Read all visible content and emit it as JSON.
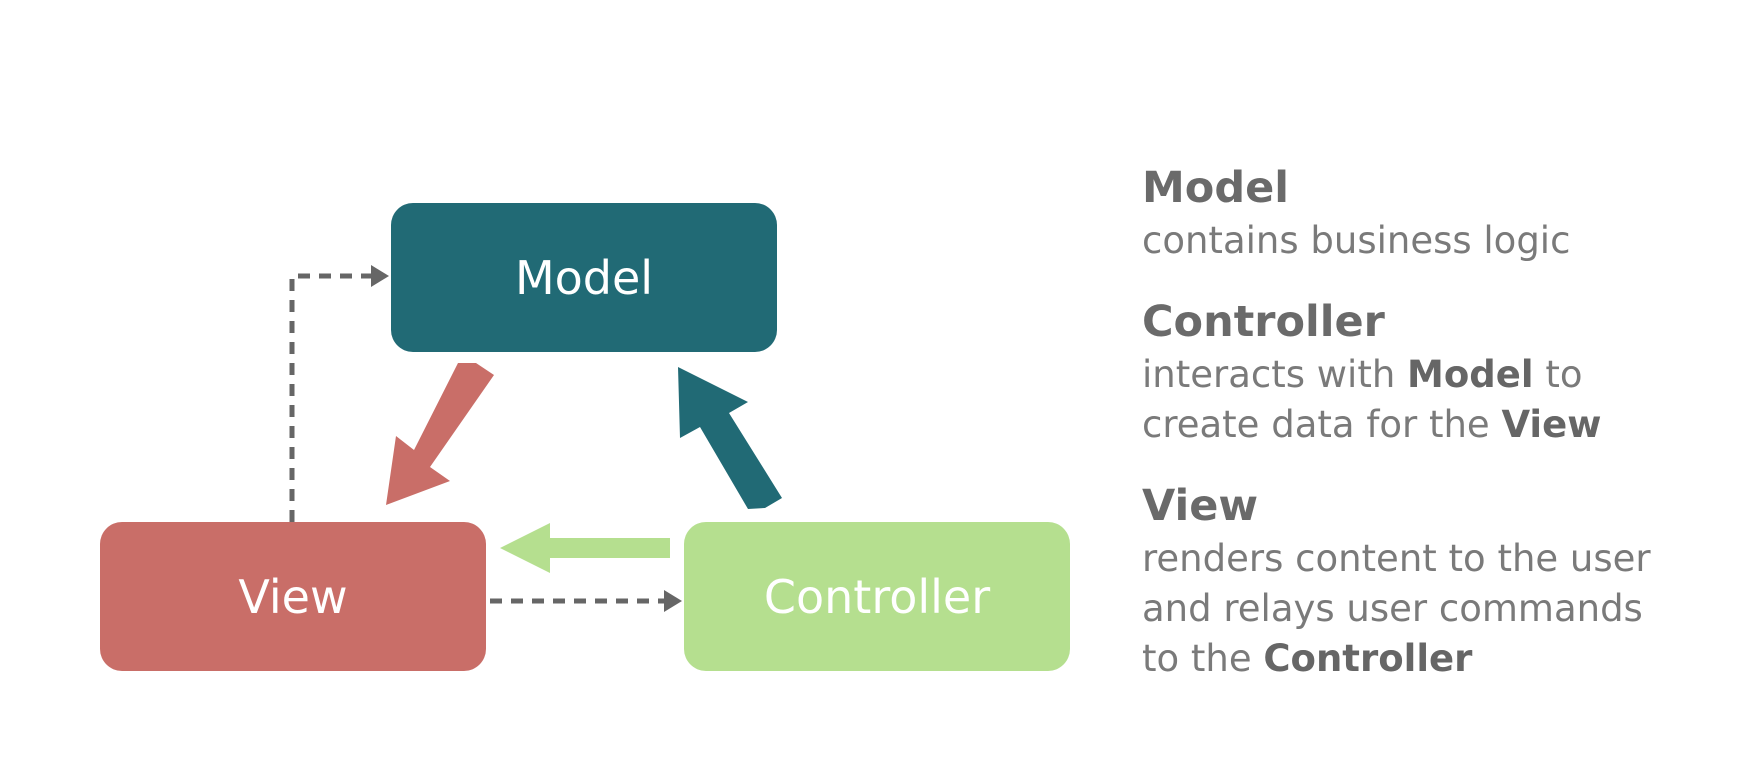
{
  "colors": {
    "model": "#216a75",
    "view": "#c96e68",
    "controller": "#b5df8f",
    "dashed": "#666666",
    "background": "#ffffff"
  },
  "nodes": {
    "model": {
      "label": "Model"
    },
    "view": {
      "label": "View"
    },
    "controller": {
      "label": "Controller"
    }
  },
  "legend": {
    "model": {
      "term": "Model",
      "desc": "contains business logic"
    },
    "controller": {
      "term": "Controller",
      "desc_part1": "interacts with ",
      "desc_bold1": "Model",
      "desc_part2": " to",
      "desc_part3": "create data for the ",
      "desc_bold2": "View"
    },
    "view": {
      "term": "View",
      "desc_line1": "renders content to the user",
      "desc_line2": "and relays user commands",
      "desc_part3": "to the ",
      "desc_bold": "Controller"
    }
  }
}
